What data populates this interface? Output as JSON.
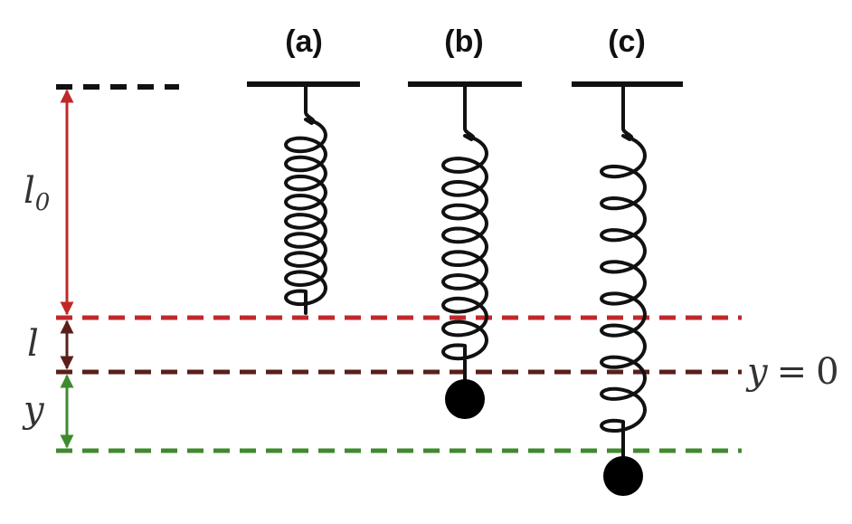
{
  "panels": [
    {
      "id": "a",
      "label": "(a)"
    },
    {
      "id": "b",
      "label": "(b)"
    },
    {
      "id": "c",
      "label": "(c)"
    }
  ],
  "dimensions": {
    "l0": {
      "symbol": "l",
      "subscript": "0"
    },
    "l": {
      "symbol": "l"
    },
    "y": {
      "symbol": "y"
    }
  },
  "equilibrium_label": {
    "variable": "y",
    "relation": "=",
    "value": "0"
  },
  "colors": {
    "natural_length": "#c0282a",
    "stretch": "#5a1f1a",
    "displacement": "#3f8a2e",
    "ink": "#111111"
  }
}
